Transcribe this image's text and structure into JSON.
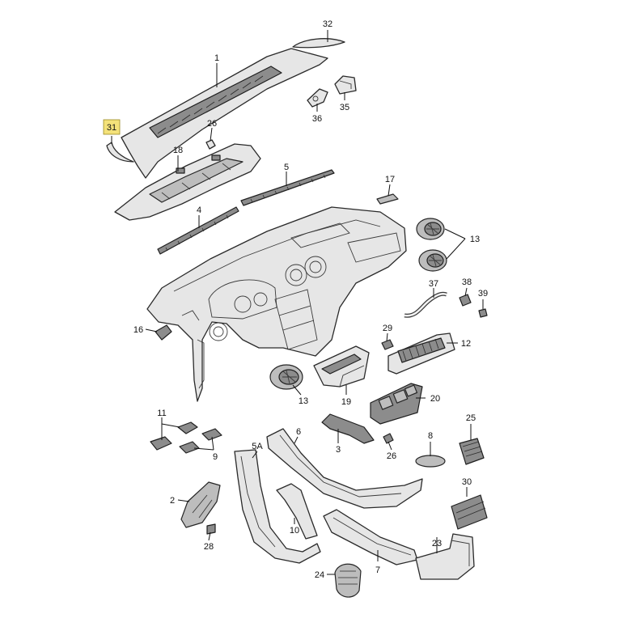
{
  "callouts": [
    {
      "id": "1",
      "text": "1"
    },
    {
      "id": "2",
      "text": "2"
    },
    {
      "id": "3",
      "text": "3"
    },
    {
      "id": "4",
      "text": "4"
    },
    {
      "id": "5",
      "text": "5"
    },
    {
      "id": "5A",
      "text": "5A"
    },
    {
      "id": "6",
      "text": "6"
    },
    {
      "id": "7",
      "text": "7"
    },
    {
      "id": "8",
      "text": "8"
    },
    {
      "id": "9",
      "text": "9"
    },
    {
      "id": "10",
      "text": "10"
    },
    {
      "id": "11",
      "text": "11"
    },
    {
      "id": "12",
      "text": "12"
    },
    {
      "id": "13a",
      "text": "13"
    },
    {
      "id": "13b",
      "text": "13"
    },
    {
      "id": "16",
      "text": "16"
    },
    {
      "id": "17",
      "text": "17"
    },
    {
      "id": "18",
      "text": "18"
    },
    {
      "id": "19",
      "text": "19"
    },
    {
      "id": "20",
      "text": "20"
    },
    {
      "id": "23",
      "text": "23"
    },
    {
      "id": "24",
      "text": "24"
    },
    {
      "id": "25",
      "text": "25"
    },
    {
      "id": "26a",
      "text": "26"
    },
    {
      "id": "26b",
      "text": "26"
    },
    {
      "id": "28a",
      "text": "28"
    },
    {
      "id": "28b",
      "text": "28"
    },
    {
      "id": "29",
      "text": "29"
    },
    {
      "id": "30",
      "text": "30"
    },
    {
      "id": "31",
      "text": "31"
    },
    {
      "id": "32",
      "text": "32"
    },
    {
      "id": "35",
      "text": "35"
    },
    {
      "id": "36",
      "text": "36"
    },
    {
      "id": "37",
      "text": "37"
    },
    {
      "id": "38",
      "text": "38"
    },
    {
      "id": "39",
      "text": "39"
    }
  ],
  "highlighted_callout": "31",
  "colors": {
    "highlight": "#f4e27a",
    "line": "#111111",
    "part_fill": "#e6e6e6"
  }
}
